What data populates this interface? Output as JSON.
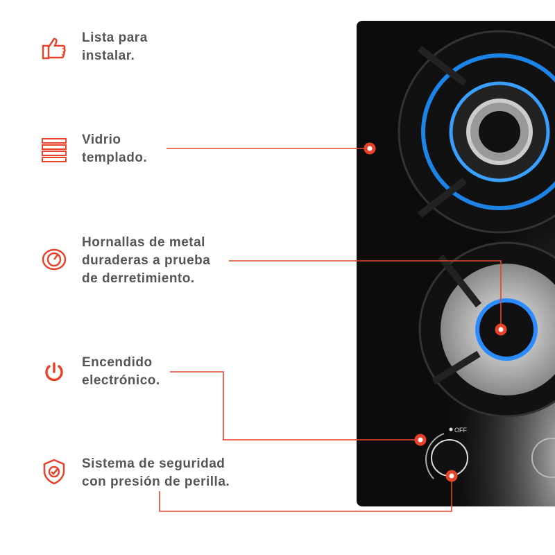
{
  "accent": "#e8432a",
  "features": [
    {
      "icon": "thumbs-up-icon",
      "lines": [
        "Lista para",
        "instalar."
      ]
    },
    {
      "icon": "tempered-glass-icon",
      "lines": [
        "Vidrio",
        "templado."
      ]
    },
    {
      "icon": "burner-icon",
      "lines": [
        "Hornallas de metal",
        "duraderas a prueba",
        "de derretimiento."
      ]
    },
    {
      "icon": "power-icon",
      "lines": [
        "Encendido",
        "electrónico."
      ]
    },
    {
      "icon": "shield-check-icon",
      "lines": [
        "Sistema de seguridad",
        "con presión de perilla."
      ]
    }
  ],
  "knob": {
    "off_label": "OFF"
  }
}
